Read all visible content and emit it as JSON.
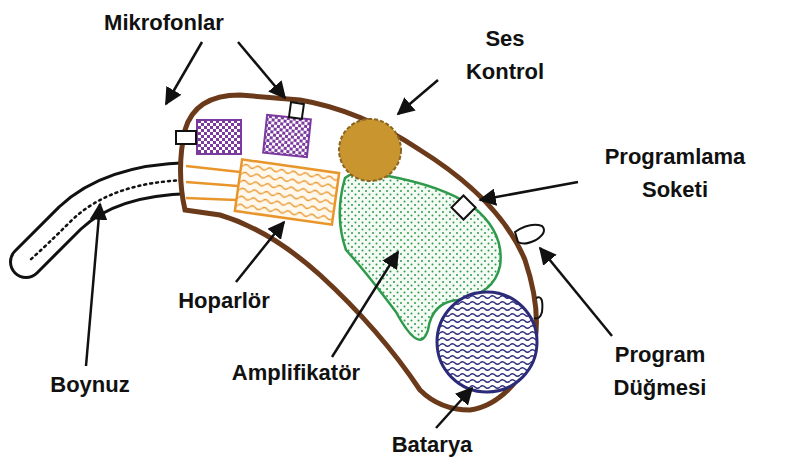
{
  "diagram": {
    "labels": [
      "Mikrofonlar",
      "Ses Kontrol",
      "Programlama Soketi",
      "Hoparlör",
      "Amplifikatör",
      "Program Düğmesi",
      "Boynuz",
      "Batarya"
    ]
  }
}
